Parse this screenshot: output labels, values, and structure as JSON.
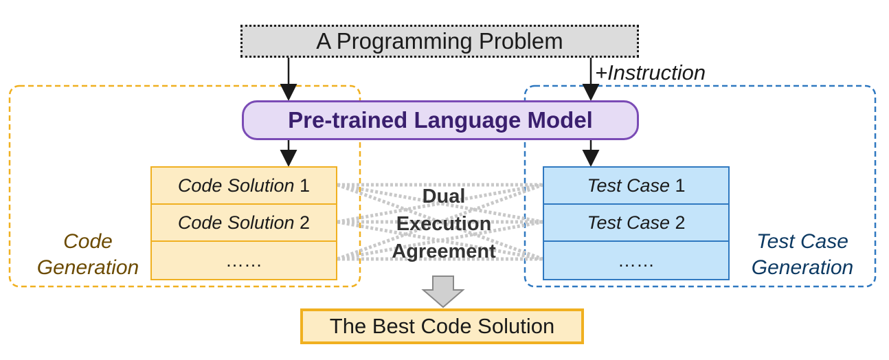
{
  "problem": "A Programming Problem",
  "instruction": "+Instruction",
  "model": "Pre-trained Language Model",
  "code_region": {
    "line1": "Code",
    "line2": "Generation"
  },
  "test_region": {
    "line1": "Test Case",
    "line2": "Generation"
  },
  "code_solutions": [
    {
      "name": "Code Solution",
      "num": "1"
    },
    {
      "name": "Code Solution",
      "num": "2"
    },
    {
      "name": "",
      "num": "……"
    }
  ],
  "test_cases": [
    {
      "name": "Test Case",
      "num": "1"
    },
    {
      "name": "Test Case",
      "num": "2"
    },
    {
      "name": "",
      "num": "……"
    }
  ],
  "agreement": {
    "line1": "Dual",
    "line2": "Execution",
    "line3": "Agreement"
  },
  "best": "The Best Code Solution",
  "colors": {
    "code": "#f0b020",
    "test": "#2f78c0",
    "model": "#7a4bb5",
    "links": "#c8c8c8"
  }
}
